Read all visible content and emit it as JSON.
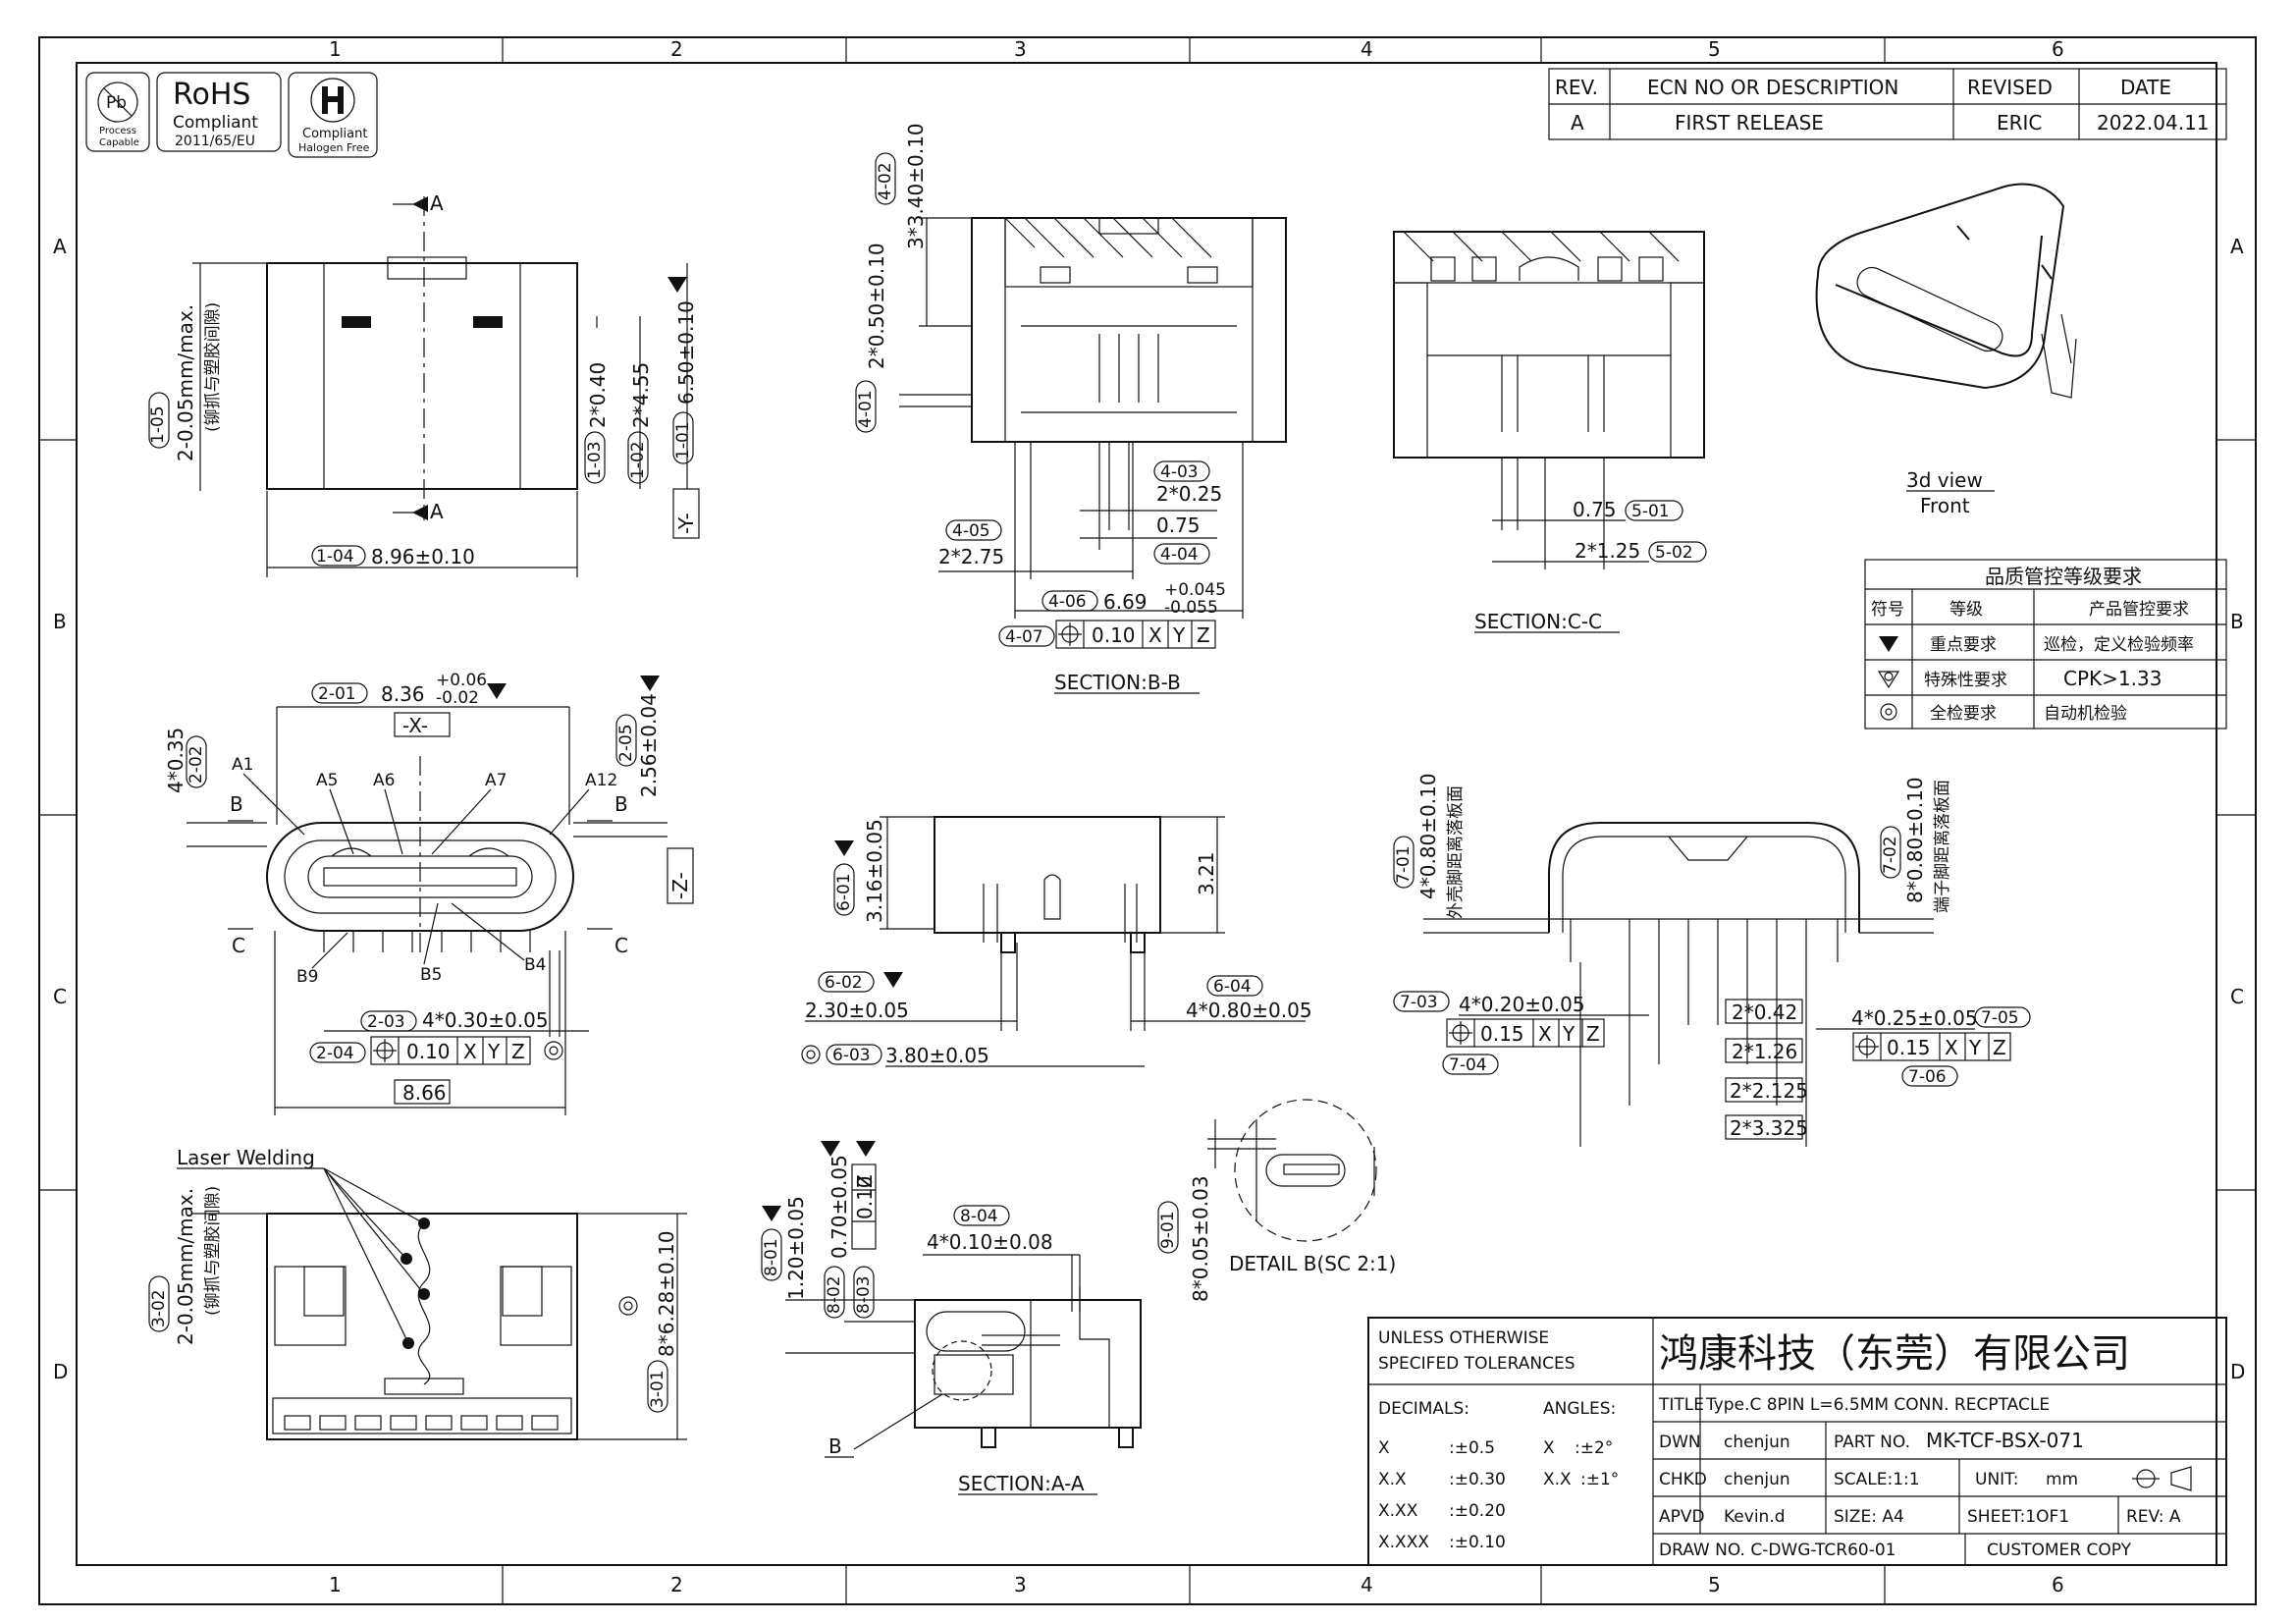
{
  "border": {
    "columns": [
      "1",
      "2",
      "3",
      "4",
      "5",
      "6"
    ],
    "rows": [
      "A",
      "B",
      "C",
      "D"
    ]
  },
  "logos": {
    "pb": {
      "symbol": "Pb",
      "line1": "Process",
      "line2": "Capable"
    },
    "rohs": {
      "title": "RoHS",
      "line1": "Compliant",
      "line2": "2011/65/EU"
    },
    "halogen": {
      "line1": "Compliant",
      "line2": "Halogen Free"
    }
  },
  "revision_table": {
    "headers": [
      "REV.",
      "ECN NO OR DESCRIPTION",
      "REVISED",
      "DATE"
    ],
    "row": [
      "A",
      "FIRST RELEASE",
      "ERIC",
      "2022.04.11"
    ]
  },
  "quality_table": {
    "title": "品质管控等级要求",
    "headers": [
      "符号",
      "等级",
      "产品管控要求"
    ],
    "rows": [
      {
        "grade": "重点要求",
        "req": "巡检，定义检验频率"
      },
      {
        "grade": "特殊性要求",
        "req": "CPK>1.33"
      },
      {
        "grade": "全检要求",
        "req": "自动机检验"
      }
    ]
  },
  "top_view": {
    "section_a": "A",
    "dims": {
      "d105_tag": "1-05",
      "d105": "2-0.05mm/max.",
      "d105_note": "(铆抓与塑胶间隙)",
      "d103_tag": "1-03",
      "d103": "2*0.40",
      "d102_tag": "1-02",
      "d102": "2*4.55",
      "d101_tag": "1-01",
      "d101": "6.50±0.10",
      "datum_y": "-Y-",
      "d104_tag": "1-04",
      "d104": "8.96±0.10"
    }
  },
  "section_bb": {
    "title": "SECTION:B-B",
    "dims": {
      "d402_tag": "4-02",
      "d402": "3*3.40±0.10",
      "d401_tag": "4-01",
      "d401": "2*0.50±0.10",
      "d403_tag": "4-03",
      "d403": "2*0.25",
      "d075": "0.75",
      "d404_tag": "4-04",
      "d405_tag": "4-05",
      "d405": "2*2.75",
      "d406_tag": "4-06",
      "d406": "6.69",
      "d406_up": "+0.045",
      "d406_dn": "-0.055",
      "d407_tag": "4-07",
      "fcf": [
        "0.10",
        "X",
        "Y",
        "Z"
      ]
    }
  },
  "section_cc": {
    "title": "SECTION:C-C",
    "dims": {
      "d501": "0.75",
      "d501_tag": "5-01",
      "d502": "2*1.25",
      "d502_tag": "5-02"
    }
  },
  "view_3d": {
    "title": "3d view",
    "subtitle": "Front"
  },
  "front_view": {
    "pins": {
      "a1": "A1",
      "a5": "A5",
      "a6": "A6",
      "a7": "A7",
      "a12": "A12",
      "b9": "B9",
      "b5": "B5",
      "b4": "B4"
    },
    "marks": {
      "b": "B",
      "c": "C"
    },
    "dims": {
      "d201_tag": "2-01",
      "d201": "8.36",
      "d201_up": "+0.06",
      "d201_dn": "-0.02",
      "datum_x": "-X-",
      "datum_z": "-Z-",
      "d202_tag": "2-02",
      "d202": "4*0.35",
      "d205_tag": "2-05",
      "d205": "2.56±0.04",
      "d203_tag": "2-03",
      "d203": "4*0.30±0.05",
      "d204_tag": "2-04",
      "fcf": [
        "0.10",
        "X",
        "Y",
        "Z"
      ],
      "d866": "8.66"
    }
  },
  "side_view": {
    "dims": {
      "d601_tag": "6-01",
      "d601": "3.16±0.05",
      "d321": "3.21",
      "d602_tag": "6-02",
      "d602": "2.30±0.05",
      "d604_tag": "6-04",
      "d604": "4*0.80±0.05",
      "d603_tag": "6-03",
      "d603": "3.80±0.05"
    }
  },
  "rear_view": {
    "dims": {
      "d701_tag": "7-01",
      "d701": "4*0.80±0.10",
      "d701_note": "外壳脚距离落板面",
      "d702_tag": "7-02",
      "d702": "8*0.80±0.10",
      "d702_note": "端子脚距离落板面",
      "d703_tag": "7-03",
      "d703": "4*0.20±0.05",
      "fcf_a": [
        "0.15",
        "X",
        "Y",
        "Z"
      ],
      "d704_tag": "7-04",
      "d705_tag": "7-05",
      "d705": "4*0.25±0.05",
      "fcf_b": [
        "0.15",
        "X",
        "Y",
        "Z"
      ],
      "d706_tag": "7-06",
      "b042": "2*0.42",
      "b126": "2*1.26",
      "b2125": "2*2.125",
      "b3325": "2*3.325"
    }
  },
  "bottom_view": {
    "laser": "Laser Welding",
    "dims": {
      "d302_tag": "3-02",
      "d302": "2-0.05mm/max.",
      "d302_note": "(铆抓与塑胶间隙)",
      "d301_tag": "3-01",
      "d301": "8*6.28±0.10"
    }
  },
  "section_aa": {
    "title": "SECTION:A-A",
    "mark_b": "B",
    "dims": {
      "d804_tag": "8-04",
      "d804": "4*0.10±0.08",
      "d801_tag": "8-01",
      "d801": "1.20±0.05",
      "d802_tag": "8-02",
      "d802": "0.70±0.05",
      "d803_tag": "8-03",
      "d803_fcf": "0.10",
      "d803_z": "Z"
    }
  },
  "detail_b": {
    "title": "DETAIL B(SC 2:1)",
    "d901_tag": "9-01",
    "d901": "8*0.05±0.03"
  },
  "title_block": {
    "tolerance_header": "UNLESS OTHERWISE",
    "tolerance_header2": "SPECIFED TOLERANCES",
    "decimals_label": "DECIMALS:",
    "angles_label": "ANGLES:",
    "tol": [
      {
        "k": "X",
        "v": ":±0.5"
      },
      {
        "k": "X.X",
        "v": ":±0.30"
      },
      {
        "k": "X.XX",
        "v": ":±0.20"
      },
      {
        "k": "X.XXX",
        "v": ":±0.10"
      }
    ],
    "ang": [
      {
        "k": "X",
        "v": ":±2°"
      },
      {
        "k": "X.X",
        "v": ":±1°"
      }
    ],
    "company": "鸿康科技（东莞）有限公司",
    "title_label": "TITLE",
    "title_value": "Type.C 8PIN L=6.5MM CONN. RECPTACLE",
    "dwn_label": "DWN",
    "dwn": "chenjun",
    "chkd_label": "CHKD",
    "chkd": "chenjun",
    "apvd_label": "APVD",
    "apvd": "Kevin.d",
    "partno_label": "PART NO.",
    "partno": "MK-TCF-BSX-071",
    "scale": "SCALE:1:1",
    "unit_label": "UNIT:",
    "unit": "mm",
    "size": "SIZE: A4",
    "sheet": "SHEET:1OF1",
    "rev": "REV: A",
    "drawno": "DRAW NO. C-DWG-TCR60-01",
    "customer": "CUSTOMER COPY"
  }
}
